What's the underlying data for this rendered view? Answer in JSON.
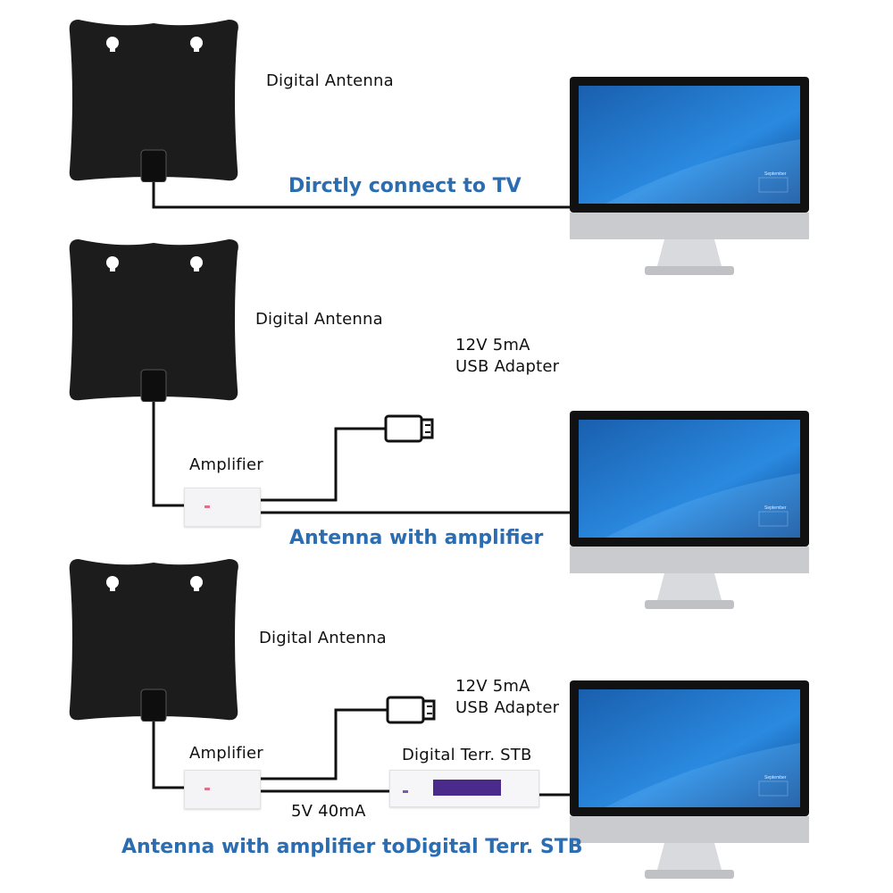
{
  "panels": [
    {
      "antenna_label": "Digital Antenna",
      "caption": "Dirctly connect to TV"
    },
    {
      "antenna_label": "Digital Antenna",
      "usb_label_line1": "12V 5mA",
      "usb_label_line2": "USB Adapter",
      "amplifier_label": "Amplifier",
      "caption": "Antenna with amplifier"
    },
    {
      "antenna_label": "Digital Antenna",
      "usb_label_line1": "12V 5mA",
      "usb_label_line2": "USB Adapter",
      "amplifier_label": "Amplifier",
      "stb_label": "Digital Terr. STB",
      "amp_stb_label": "5V 40mA",
      "caption": "Antenna with amplifier toDigital Terr. STB"
    }
  ],
  "monitor_calendar_label": "September",
  "colors": {
    "caption": "#2b6db3",
    "antenna": "#1c1c1c",
    "screen": "#1d6fc4",
    "bezel": "#111111",
    "chassis": "#c9cbce"
  }
}
